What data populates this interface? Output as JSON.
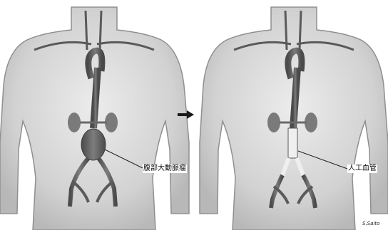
{
  "labels": {
    "left": "腹部大動脈瘤",
    "right": "人工血管"
  },
  "credit": "S.Saito",
  "colors": {
    "body_fill": "#c9c9c9",
    "body_edge": "#8f8f8f",
    "vessel": "#5a5a5a",
    "kidney": "#7a7a7a",
    "graft": "#efefef"
  }
}
